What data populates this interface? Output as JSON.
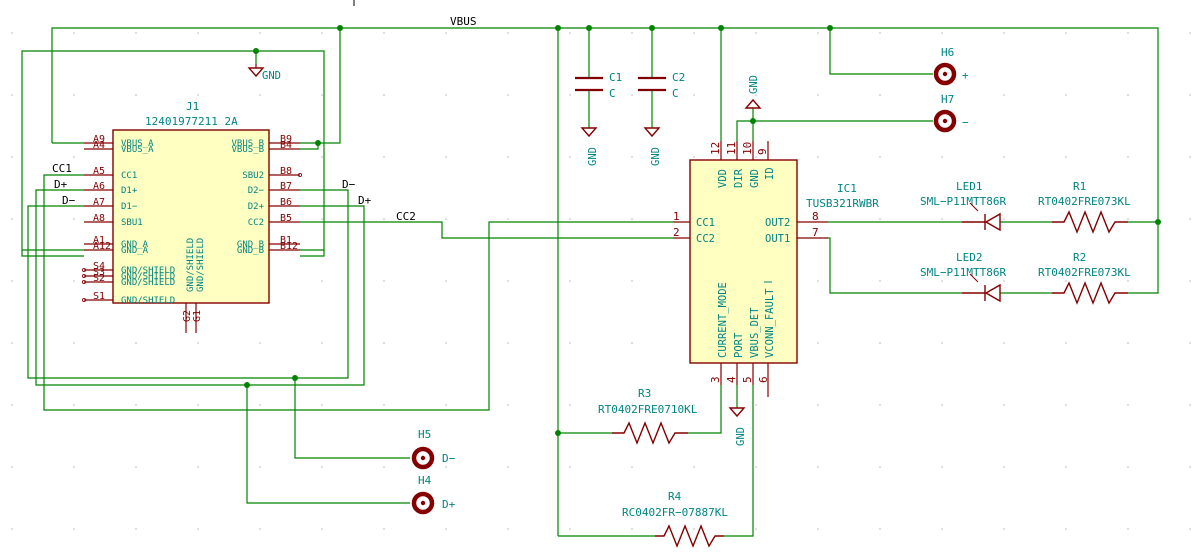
{
  "nets": {
    "vbus": "VBUS",
    "cc1": "CC1",
    "cc2": "CC2",
    "dplus_left": "D+",
    "dminus_left": "D−",
    "dminus_right": "D−",
    "dplus_right": "D+",
    "gnd_top": "GND",
    "gnd_c1": "GND",
    "gnd_c2": "GND",
    "gnd_ic_top": "GND",
    "gnd_ic_bottom": "GND"
  },
  "j1": {
    "ref": "J1",
    "value": "12401977211 2A",
    "left_pins": [
      {
        "num": "A9",
        "name": "VBUS_A"
      },
      {
        "num": "A4",
        "name": "VBUS_A"
      },
      {
        "num": "A5",
        "name": "CC1"
      },
      {
        "num": "A6",
        "name": "D1+"
      },
      {
        "num": "A7",
        "name": "D1−"
      },
      {
        "num": "A8",
        "name": "SBU1"
      },
      {
        "num": "A1",
        "name": "GND_A"
      },
      {
        "num": "A12",
        "name": "GND_A"
      },
      {
        "num": "S4",
        "name": "GND/SHIELD"
      },
      {
        "num": "S3",
        "name": "GND/SHIELD"
      },
      {
        "num": "S2",
        "name": "GND/SHIELD"
      },
      {
        "num": "S1",
        "name": "GND/SHIELD"
      }
    ],
    "right_pins": [
      {
        "num": "B9",
        "name": "VBUS_B"
      },
      {
        "num": "B4",
        "name": "VBUS_B"
      },
      {
        "num": "B8",
        "name": "SBU2"
      },
      {
        "num": "B7",
        "name": "D2−"
      },
      {
        "num": "B6",
        "name": "D2+"
      },
      {
        "num": "B5",
        "name": "CC2"
      },
      {
        "num": "B1",
        "name": "GND_B"
      },
      {
        "num": "B12",
        "name": "GND_B"
      }
    ],
    "bottom_pins": [
      {
        "num": "G2",
        "name": "GND/SHIELD"
      },
      {
        "num": "G1",
        "name": "GND/SHIELD"
      }
    ]
  },
  "c1": {
    "ref": "C1",
    "value": "C"
  },
  "c2": {
    "ref": "C2",
    "value": "C"
  },
  "ic1": {
    "ref": "IC1",
    "value": "TUSB321RWBR",
    "top_pins": [
      {
        "num": "12",
        "name": "VDD"
      },
      {
        "num": "11",
        "name": "DIR"
      },
      {
        "num": "10",
        "name": "GND"
      },
      {
        "num": "9",
        "name": "ID"
      }
    ],
    "left_pins": [
      {
        "num": "1",
        "name": "CC1"
      },
      {
        "num": "2",
        "name": "CC2"
      }
    ],
    "right_pins": [
      {
        "num": "8",
        "name": "OUT2"
      },
      {
        "num": "7",
        "name": "OUT1"
      }
    ],
    "bottom_pins": [
      {
        "num": "3",
        "name": "CURRENT_MODE"
      },
      {
        "num": "4",
        "name": "PORT"
      },
      {
        "num": "5",
        "name": "VBUS_DET"
      },
      {
        "num": "6",
        "name": "VCONN_FAULT"
      }
    ]
  },
  "led1": {
    "ref": "LED1",
    "value": "SML−P11MTT86R"
  },
  "led2": {
    "ref": "LED2",
    "value": "SML−P11MTT86R"
  },
  "r1": {
    "ref": "R1",
    "value": "RT0402FRE073KL"
  },
  "r2": {
    "ref": "R2",
    "value": "RT0402FRE073KL"
  },
  "r3": {
    "ref": "R3",
    "value": "RT0402FRE0710KL"
  },
  "r4": {
    "ref": "R4",
    "value": "RC0402FR−07887KL"
  },
  "h6": {
    "ref": "H6",
    "label": "+"
  },
  "h7": {
    "ref": "H7",
    "label": "−"
  },
  "h5": {
    "ref": "H5",
    "label": "D−"
  },
  "h4": {
    "ref": "H4",
    "label": "D+"
  },
  "colors": {
    "wire": "#008400",
    "symbol": "#840000",
    "text": "#008484",
    "ic_fill": "#ffffc2",
    "background": "#ffffff"
  }
}
